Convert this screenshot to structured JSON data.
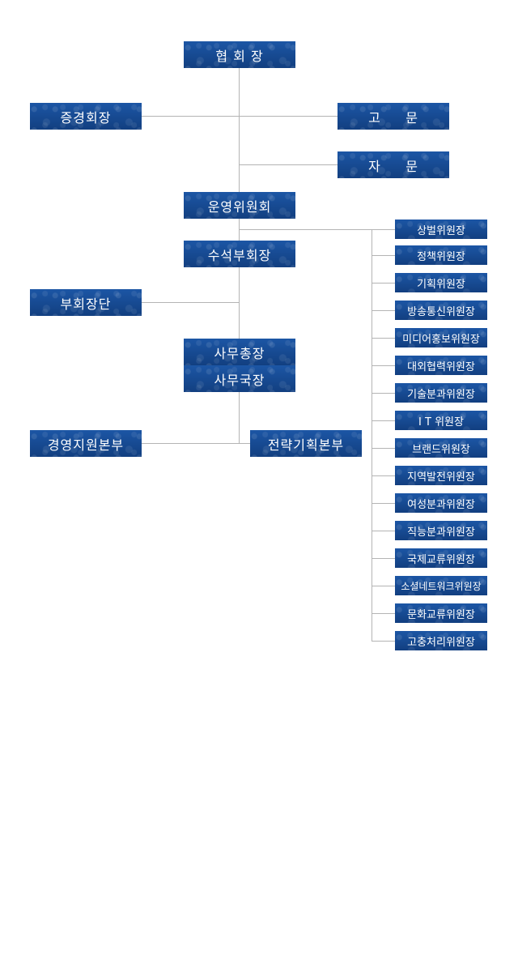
{
  "org": {
    "president": "협 회 장",
    "honorary_vice": "증경회장",
    "advisor": "고     문",
    "consultant": "자     문",
    "steering_committee": "운영위원회",
    "senior_vice": "수석부회장",
    "vice_group": "부회장단",
    "secretary_general": "사무총장",
    "secretary_director": "사무국장",
    "management_support": "경영지원본부",
    "strategy_planning": "전략기획본부"
  },
  "committees": [
    "상벌위원장",
    "정책위원장",
    "기획위원장",
    "방송통신위원장",
    "미디어홍보위원장",
    "대외협력위원장",
    "기술분과위원장",
    "I T 위원장",
    "브랜드위원장",
    "지역발전위원장",
    "여성분과위원장",
    "직능분과위원장",
    "국제교류위원장",
    "소셜네트워크위원장",
    "문화교류위원장",
    "고충처리위원장"
  ],
  "colors": {
    "box_fill": "#174a94",
    "connector": "#b4b4b4",
    "text": "#ffffff"
  }
}
